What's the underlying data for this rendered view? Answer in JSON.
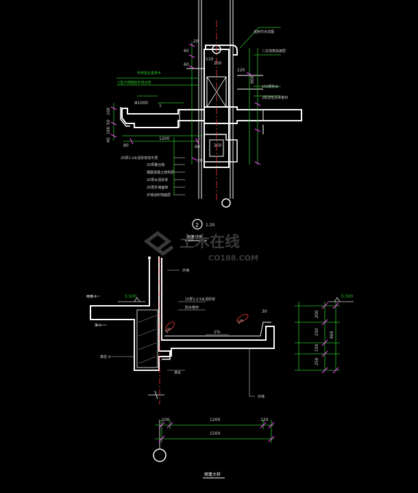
{
  "colors": {
    "background": "#000000",
    "outline": "#ffffff",
    "dimension": "#28c828",
    "axis": "#ff3c3c",
    "marker": "#ff40ff",
    "annotation": "#d8d8d8",
    "watermark": "#3a3a3a"
  },
  "detail1": {
    "circle_number": "2",
    "scale": "1:20",
    "title": "雨蓬详图",
    "dims_top": [
      "20",
      "60",
      "60",
      "250",
      "120",
      "900"
    ],
    "dims_left": [
      "100",
      "50",
      "100",
      "40"
    ],
    "dims_bottom": [
      "80",
      "1200",
      "60",
      "250",
      "20"
    ],
    "dim_110": "110",
    "dim_1": "1",
    "pipe_label": "Φ1000",
    "annotations_right": [
      "选用节点详图",
      "二次浇筑找坡层",
      "150厚防水",
      "2厚改性沥青卷材"
    ],
    "annotations_left": [
      "专用铝合金排水",
      "C型不锈钢挂件排水管"
    ],
    "layers": [
      "20厚1:2水泥砂浆找平层",
      "20厚聚合物",
      "钢筋混凝土结构层",
      "20厚水泥砂浆",
      "20厚外墙面砖",
      "外墙涂料饰面层"
    ]
  },
  "detail2": {
    "title": "雨蓬大样",
    "label_left_top": "雨蓬-1",
    "label_left_mid": "梁-1",
    "label_left_bottom": "角柱-1",
    "elev_left": "5.500",
    "elev_right": "5.500",
    "label_top": "外墙",
    "note_layer1": "15厚1:2.5水泥砂浆",
    "note_layer2": "防水卷材",
    "slope_left": "1%",
    "slope_mid": "1%",
    "slope_right": "1%",
    "dim_30": "30",
    "label_under": "滴水",
    "label_right": "外墙",
    "bottom_dims": [
      "100",
      "1200",
      "120"
    ],
    "bottom_total": "1500",
    "right_dims": [
      "200",
      "250",
      "150",
      "250"
    ],
    "right_total": "900"
  },
  "watermark": {
    "cn": "土木在线",
    "en": "CO188.COM"
  }
}
